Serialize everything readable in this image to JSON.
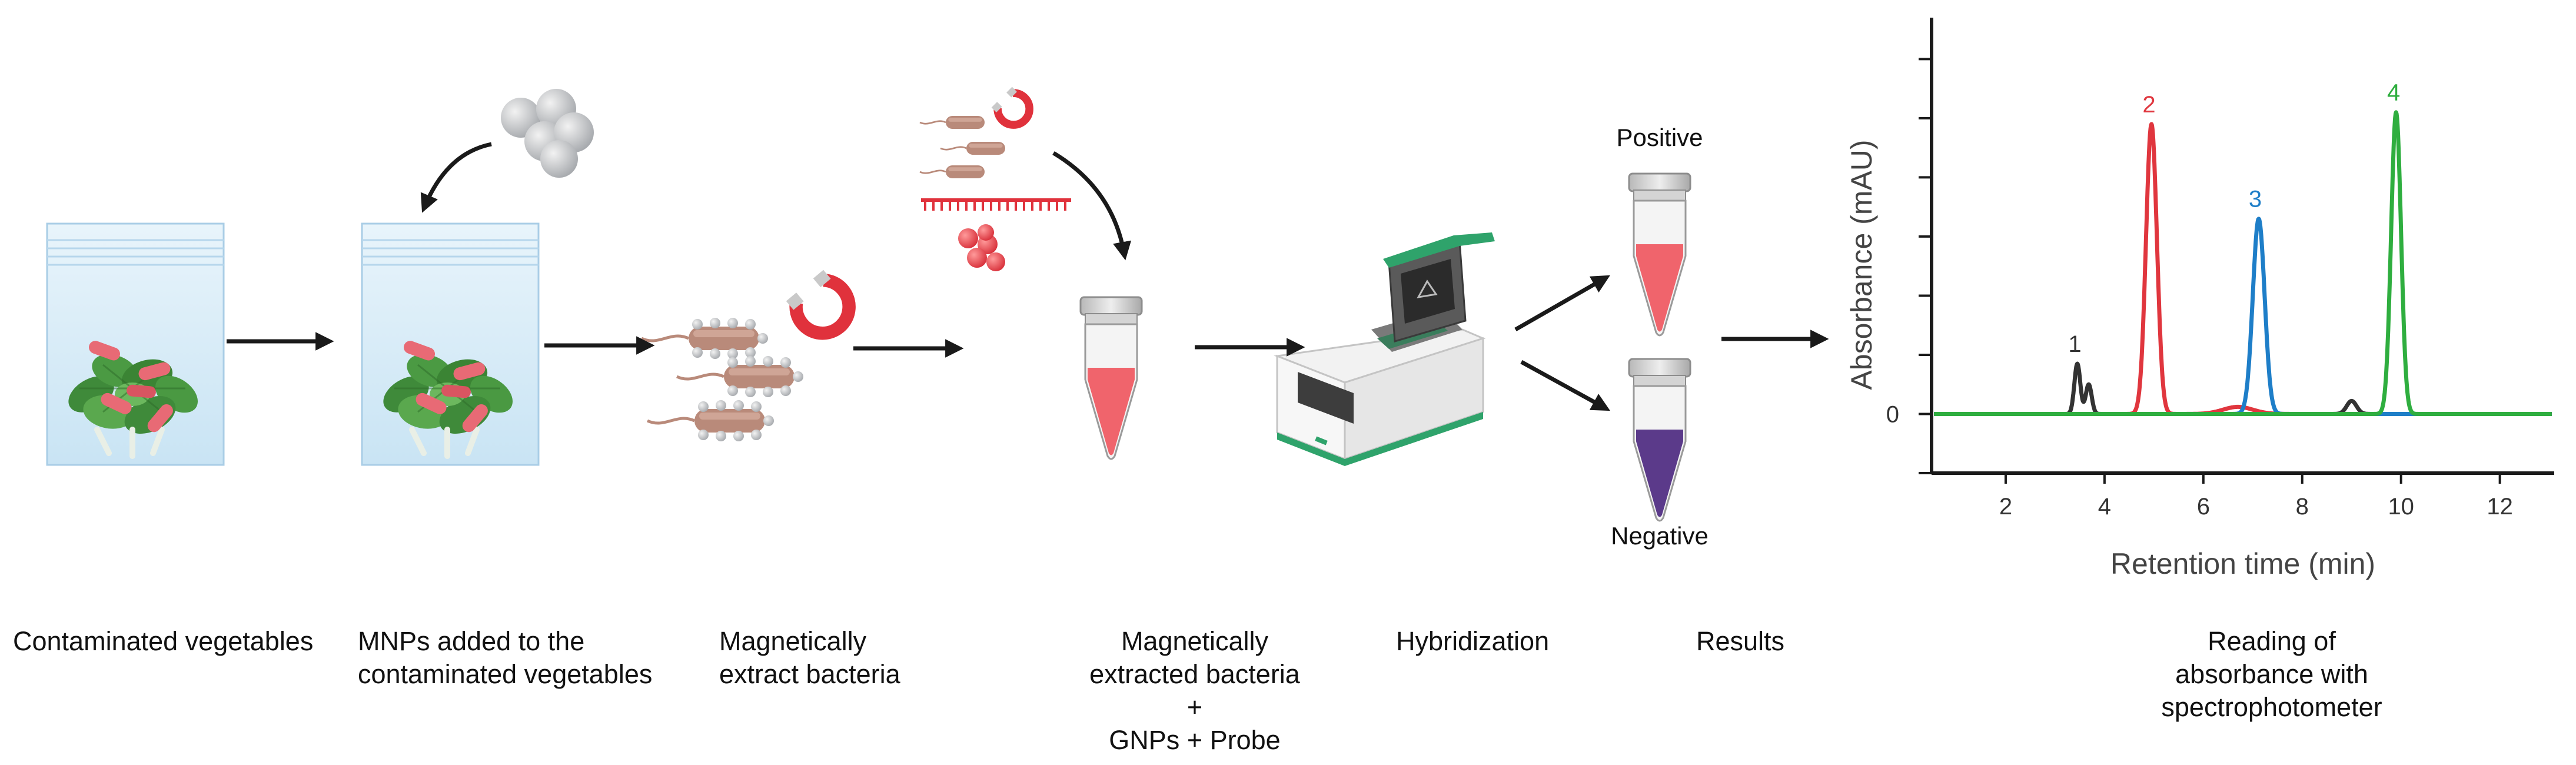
{
  "steps": [
    {
      "caption": [
        "Contaminated vegetables"
      ]
    },
    {
      "caption": [
        "MNPs added to the",
        "contaminated vegetables"
      ]
    },
    {
      "caption": [
        "Magnetically",
        "extract bacteria"
      ]
    },
    {
      "caption": [
        "Magnetically",
        "extracted bacteria",
        "+",
        "GNPs + Probe"
      ]
    },
    {
      "caption": [
        "Hybridization"
      ]
    },
    {
      "caption": [
        "Results"
      ]
    },
    {
      "caption": [
        "Reading of",
        "absorbance with",
        "spectrophotometer"
      ]
    }
  ],
  "results": {
    "positive": "Positive",
    "negative": "Negative"
  },
  "colors": {
    "tube_positive": "#f0646c",
    "tube_negative": "#5b3a8a",
    "bag": "#d6ecf8",
    "bacteria": "#b98a7a",
    "magnet": "#e0323c",
    "thermocycler_accent": "#2fa36b",
    "arrow": "#1a1a1a"
  },
  "icons": [
    "zip-bag-icon",
    "nanoparticle-cluster-icon",
    "bacteria-icon",
    "magnet-icon",
    "probe-icon",
    "gold-nanoparticle-icon",
    "microtube-icon",
    "thermocycler-icon"
  ],
  "chart_data": {
    "type": "line",
    "xlabel": "Retention time (min)",
    "ylabel": "Absorbance (mAU)",
    "xlim": [
      0.5,
      13.1
    ],
    "ylim": [
      -1,
      6.7
    ],
    "x_ticks": [
      2,
      4,
      6,
      8,
      10,
      12
    ],
    "y_tick_labels": [
      {
        "value": 0,
        "label": "0"
      }
    ],
    "y_ticks": [
      -1,
      0,
      1,
      2,
      3,
      4,
      5,
      6
    ],
    "grid": false,
    "series": [
      {
        "name": "1",
        "color": "#333333",
        "baseline": 0,
        "peaks": [
          {
            "x": 3.45,
            "height": 0.85,
            "width": 0.06
          },
          {
            "x": 3.68,
            "height": 0.5,
            "width": 0.06
          },
          {
            "x": 9.0,
            "height": 0.22,
            "width": 0.1
          }
        ],
        "label": {
          "text": "1",
          "x": 3.4,
          "y": 1.05
        }
      },
      {
        "name": "2",
        "color": "#e0363e",
        "baseline": 0,
        "peaks": [
          {
            "x": 4.95,
            "height": 4.9,
            "width": 0.11
          },
          {
            "x": 6.7,
            "height": 0.12,
            "width": 0.3
          }
        ],
        "label": {
          "text": "2",
          "x": 4.9,
          "y": 5.1
        }
      },
      {
        "name": "3",
        "color": "#1e7ec8",
        "baseline": 0,
        "peaks": [
          {
            "x": 7.12,
            "height": 3.3,
            "width": 0.12
          }
        ],
        "label": {
          "text": "3",
          "x": 7.05,
          "y": 3.5
        }
      },
      {
        "name": "4",
        "color": "#2fae3f",
        "baseline": 0,
        "peaks": [
          {
            "x": 9.9,
            "height": 5.1,
            "width": 0.1
          }
        ],
        "label": {
          "text": "4",
          "x": 9.85,
          "y": 5.3
        }
      }
    ]
  }
}
